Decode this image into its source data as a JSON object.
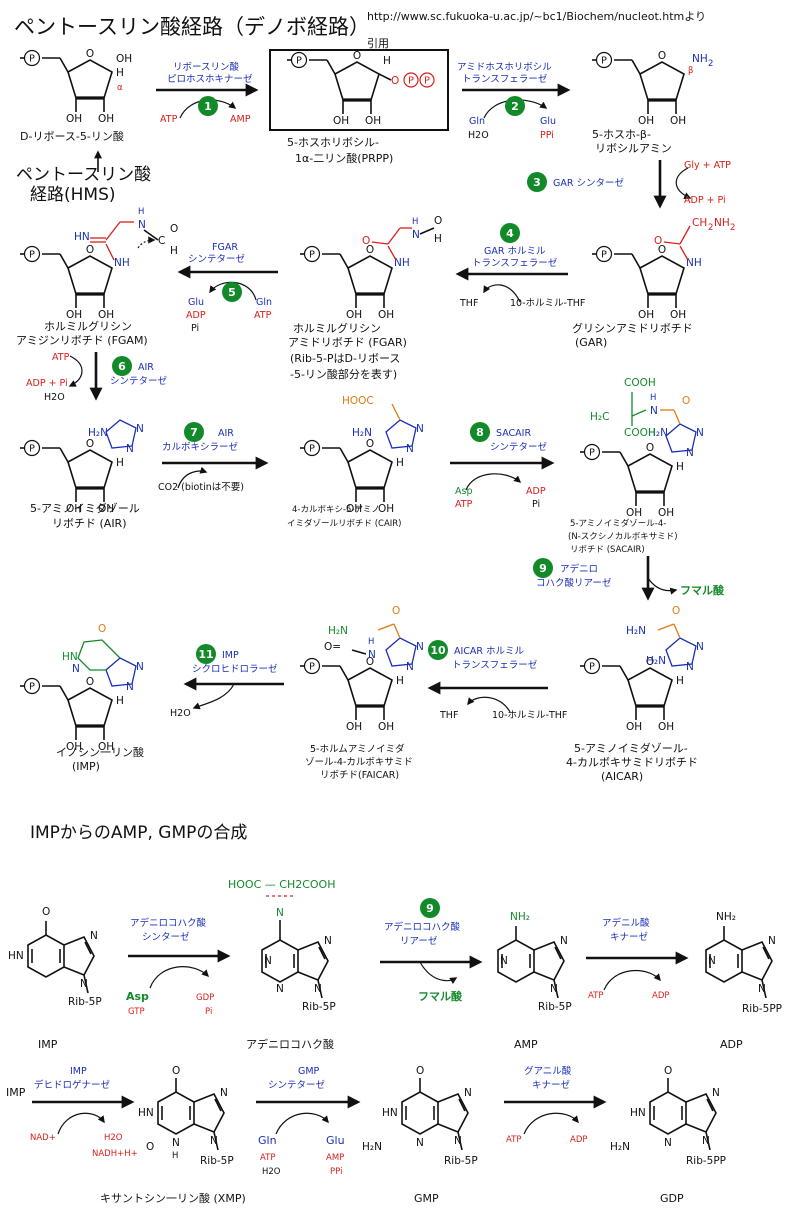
{
  "header": {
    "title": "ペントースリン酸経路（デノボ経路）",
    "source_url": "http://www.sc.fukuoka-u.ac.jp/~bc1/Biochem/nucleot.htmより",
    "source_suffix": "引用"
  },
  "pathway": {
    "hms_label_1": "ペントースリン酸",
    "hms_label_2": "経路(HMS)",
    "compounds": {
      "r5p": "D-リボース-5-リン酸",
      "prpp_1": "5-ホスホリボシル-",
      "prpp_2": "1α-二リン酸(PRPP)",
      "pra_1": "5-ホスホ-β-",
      "pra_2": "リボシルアミン",
      "gar_1": "グリシンアミドリボチド",
      "gar_2": "(GAR)",
      "fgar_1": "ホルミルグリシン",
      "fgar_2": "アミドリボチド (FGAR)",
      "fgar_3": "(Rib-5-PはD-リボース",
      "fgar_4": "-5-リン酸部分を表す)",
      "fgam_1": "ホルミルグリシン",
      "fgam_2": "アミジンリボチド (FGAM)",
      "air_1": "5-アミノイミダゾール",
      "air_2": "リボチド (AIR)",
      "cair_1": "4-カルボキシ-5-アミノ",
      "cair_2": "イミダゾールリボチド (CAIR)",
      "sacair_1": "5-アミノイミダゾール-4-",
      "sacair_2": "(N-スクシノカルボキサミド)",
      "sacair_3": "リボチド (SACAIR)",
      "aicar_1": "5-アミノイミダゾール-",
      "aicar_2": "4-カルボキサミドリボチド",
      "aicar_3": "(AICAR)",
      "faicar_1": "5-ホルムアミノイミダ",
      "faicar_2": "ゾール-4-カルボキサミド",
      "faicar_3": "リボチド(FAICAR)",
      "imp_1": "イノシン一リン酸",
      "imp_2": "(IMP)"
    },
    "enzymes": {
      "e0_1": "リボースリン酸",
      "e0_2": "ピロホスホキナーゼ",
      "e2_1": "アミドホスホリボシル",
      "e2_2": "トランスフェラーゼ",
      "e3": "GAR シンターゼ",
      "e4_1": "GAR ホルミル",
      "e4_2": "トランスフェラーゼ",
      "e5_1": "FGAR",
      "e5_2": "シンテターゼ",
      "e6_1": "AIR",
      "e6_2": "シンテターゼ",
      "e7_1": "AIR",
      "e7_2": "カルボキシラーゼ",
      "e8_1": "SACAIR",
      "e8_2": "シンテターゼ",
      "e9_1": "アデニロ",
      "e9_2": "コハク酸リアーゼ",
      "e10_1": "AICAR ホルミル",
      "e10_2": "トランスフェラーゼ",
      "e11_1": "IMP",
      "e11_2": "シクロヒドロラーゼ"
    },
    "cofactors": {
      "atp": "ATP",
      "amp": "AMP",
      "adp": "ADP",
      "gln": "Gln",
      "glu": "Glu",
      "h2o": "H2O",
      "ppi": "PPi",
      "gly_atp": "Gly + ATP",
      "adp_pi": "ADP + Pi",
      "thf": "THF",
      "formyl_thf": "10-ホルミル-THF",
      "pi": "Pi",
      "adp_pi_2": "ADP + Pi",
      "co2_note": "CO2 (biotinは不要)",
      "asp": "Asp",
      "fumarate": "フマル酸"
    },
    "steps": [
      "1",
      "2",
      "3",
      "4",
      "5",
      "6",
      "7",
      "8",
      "9",
      "10",
      "11"
    ]
  },
  "section2": {
    "title": "IMPからのAMP, GMPの合成",
    "compounds": {
      "imp": "IMP",
      "adenylosuccinate": "アデニロコハク酸",
      "amp": "AMP",
      "adp": "ADP",
      "xmp": "キサントシン一リン酸 (XMP)",
      "gmp": "GMP",
      "gdp": "GDP",
      "rib5p": "Rib-5P",
      "rib5pp": "Rib-5PP",
      "succinyl": "HOOC — CH2COOH",
      "imp_left": "IMP"
    },
    "enzymes": {
      "adss_1": "アデニロコハク酸",
      "adss_2": "シンターゼ",
      "adsl_1": "アデニロコハク酸",
      "adsl_2": "リアーゼ",
      "ak_1": "アデニル酸",
      "ak_2": "キナーゼ",
      "impdh_1": "IMP",
      "impdh_2": "デヒドロゲナーゼ",
      "gmps_1": "GMP",
      "gmps_2": "シンテターゼ",
      "gk_1": "グアニル酸",
      "gk_2": "キナーゼ"
    },
    "cofactors": {
      "asp": "Asp",
      "gtp": "GTP",
      "gdp": "GDP",
      "pi": "Pi",
      "fumarate": "フマル酸",
      "atp": "ATP",
      "adp": "ADP",
      "nad": "NAD+",
      "h2o": "H2O",
      "nadh": "NADH+H+",
      "gln": "Gln",
      "glu": "Glu",
      "amp": "AMP",
      "ppi": "PPi",
      "atp2": "ATP",
      "h2o2": "H2O"
    },
    "step9": "9"
  },
  "colors": {
    "enzyme": "#1a2fb8",
    "consumed_or_product": "#d8201a",
    "step_badge": "#138a2a",
    "orange_group": "#e07b10"
  }
}
